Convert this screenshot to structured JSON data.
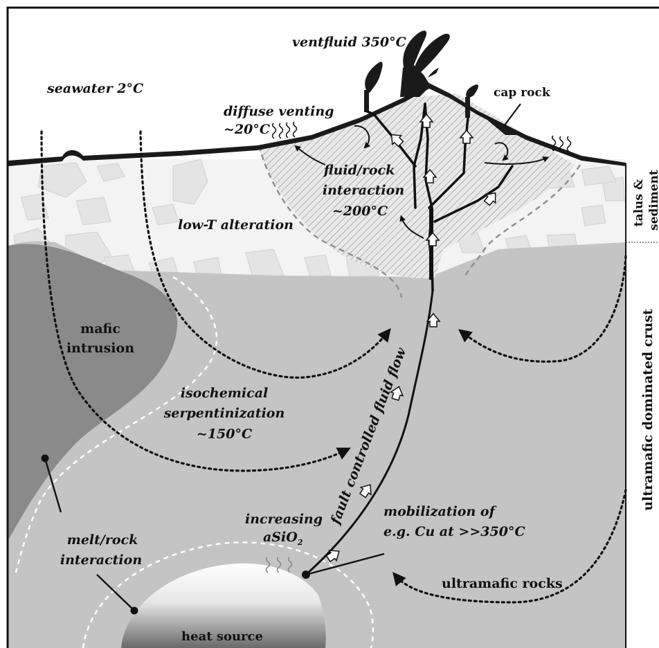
{
  "labels": {
    "ventfluid": "ventfluid 350°C",
    "seawater": "seawater 2°C",
    "diffuse_1": "diffuse venting",
    "diffuse_2": "~20°C",
    "caprock": "cap rock",
    "fluidrock_1": "fluid/rock",
    "fluidrock_2": "interaction",
    "fluidrock_3": "~200°C",
    "lowT": "low-T alteration",
    "talus_1": "talus &",
    "talus_2": "sediment",
    "mafic_1": "mafic",
    "mafic_2": "intrusion",
    "iso_1": "isochemical",
    "iso_2": "serpentinization",
    "iso_3": "~150°C",
    "fault": "fault controlled fluid flow",
    "umcrust": "ultramafic dominated crust",
    "increasing": "increasing",
    "asio2": "aSiO",
    "asio2_sub": "2",
    "mobil_1": "mobilization of",
    "mobil_2": "e.g. Cu at >>350°C",
    "melt_1": "melt/rock",
    "melt_2": "interaction",
    "umrocks": "ultramafic rocks",
    "heat": "heat source"
  },
  "colors": {
    "crust": "#c4c4c4",
    "mafic": "#8a8a8a",
    "talus": "#f3f3f3",
    "seafloor": "#1a1a1a",
    "arrow_fill": "#ffffff"
  }
}
